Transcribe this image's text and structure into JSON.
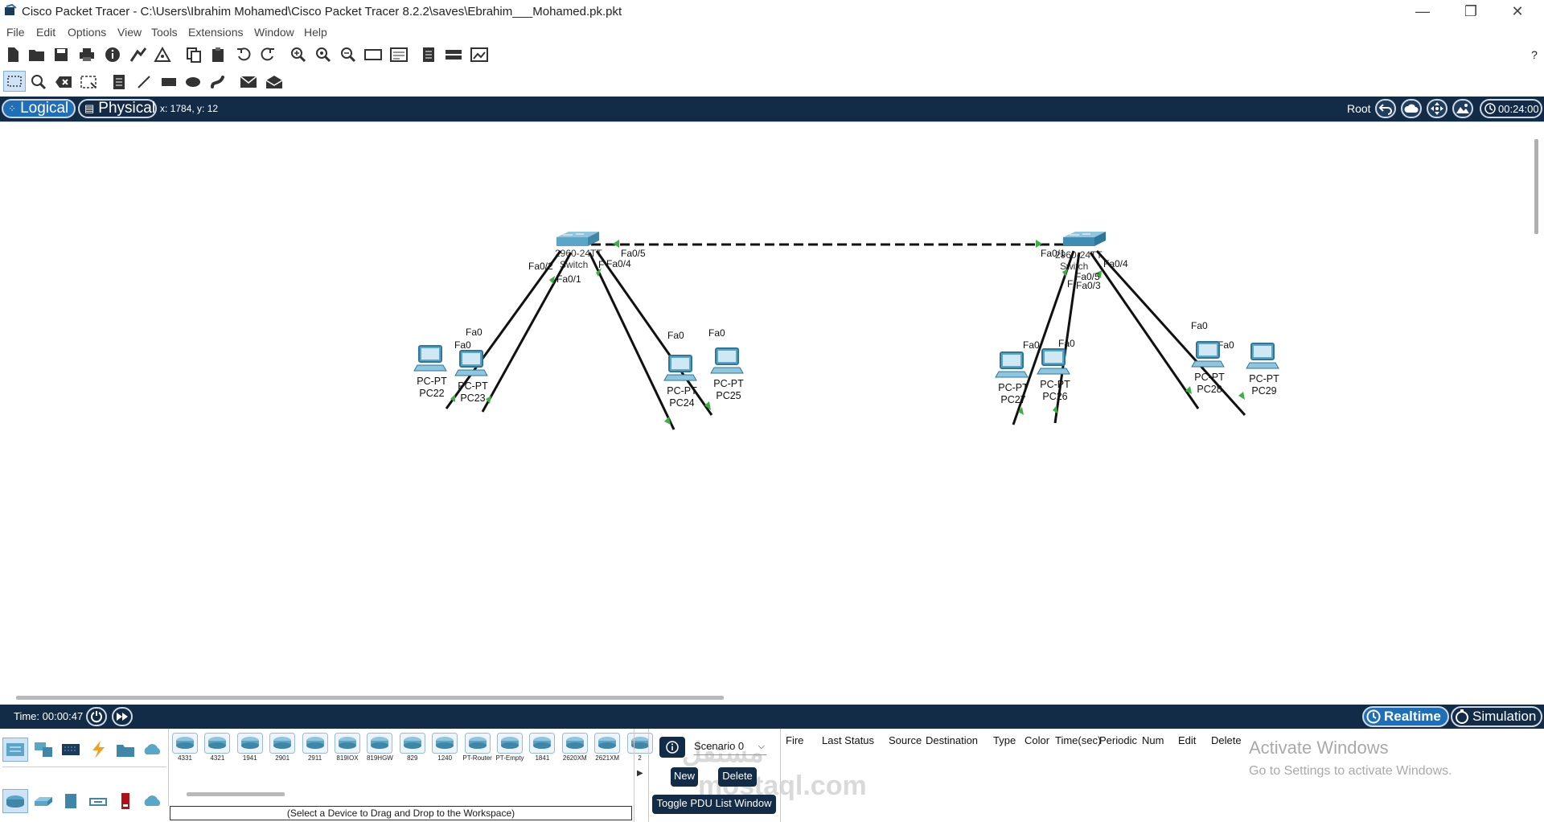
{
  "window": {
    "title": "Cisco Packet Tracer - C:\\Users\\Ibrahim Mohamed\\Cisco Packet Tracer 8.2.2\\saves\\Ebrahim___Mohamed.pk.pkt",
    "minimize": "—",
    "restore": "❐",
    "close": "✕"
  },
  "menu": [
    "File",
    "Edit",
    "Options",
    "View",
    "Tools",
    "Extensions",
    "Window",
    "Help"
  ],
  "help_glyph": "?",
  "mode_tabs": {
    "logical": "Logical",
    "physical": "Physical"
  },
  "coords": "x: 1784, y: 12",
  "root_label": "Root",
  "clock": "00:24:00",
  "workspace": {
    "switch1_labels": {
      "top": "2960-24TT",
      "bottom": "Switch"
    },
    "switch2_labels": {
      "top": "2960-24TT",
      "bottom": "Switch"
    },
    "port_labels": {
      "s1_fa05": "Fa0/5",
      "s1_fa04": "Fa0/4",
      "s1_fa02": "Fa0/2",
      "s1_fa01": "Fa0/1",
      "s1_f": "F",
      "s2_fa01": "Fa0/1",
      "s2_fa04": "Fa0/4",
      "s2_fa05": "Fa0/5",
      "s2_fa03": "Fa0/3",
      "s2_f": "F",
      "pc22": "Fa0",
      "pc23": "Fa0",
      "pc24": "Fa0",
      "pc25": "Fa0",
      "pc26": "Fa0",
      "pc27": "Fa0",
      "pc28": "Fa0",
      "pc29": "Fa0"
    },
    "pcs": [
      {
        "type": "PC-PT",
        "name": "PC22"
      },
      {
        "type": "PC-PT",
        "name": "PC23"
      },
      {
        "type": "PC-PT",
        "name": "PC24"
      },
      {
        "type": "PC-PT",
        "name": "PC25"
      },
      {
        "type": "PC-PT",
        "name": "PC27"
      },
      {
        "type": "PC-PT",
        "name": "PC26"
      },
      {
        "type": "PC-PT",
        "name": "PC28"
      },
      {
        "type": "PC-PT",
        "name": "PC29"
      }
    ]
  },
  "timebar": {
    "time": "Time: 00:00:47",
    "realtime": "Realtime",
    "simulation": "Simulation"
  },
  "device_models": [
    "4331",
    "4321",
    "1941",
    "2901",
    "2911",
    "819IOX",
    "819HGW",
    "829",
    "1240",
    "PT-Router",
    "PT-Empty",
    "1841",
    "2620XM",
    "2621XM",
    "2"
  ],
  "device_hint": "(Select a Device to Drag and Drop to the Workspace)",
  "pdu": {
    "scenario": "Scenario 0",
    "new": "New",
    "delete": "Delete",
    "toggle": "Toggle PDU List Window",
    "columns": [
      "Fire",
      "Last Status",
      "Source",
      "Destination",
      "Type",
      "Color",
      "Time(sec)",
      "Periodic",
      "Num",
      "Edit",
      "Delete"
    ]
  },
  "activation": {
    "title": "Activate Windows",
    "subtitle": "Go to Settings to activate Windows."
  },
  "watermark": {
    "arabic": "مستقل",
    "latin": "mostaql.com"
  },
  "colors": {
    "navy": "#122b47",
    "accent_blue": "#1f6fb8",
    "link_green": "#3cb043",
    "device_blue": "#5aa6c8"
  }
}
